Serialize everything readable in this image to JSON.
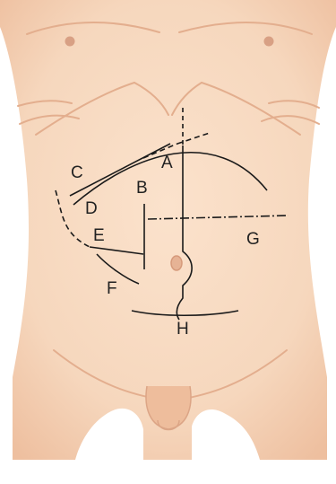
{
  "colors": {
    "background": "#ffffff",
    "skin": "#f6d7bd",
    "skin_shade": "#e8b696",
    "skin_deep": "#dca586",
    "nipple": "#d8a084",
    "incision": "#1a1a1a",
    "label": "#222222"
  },
  "labels": {
    "a": "A",
    "b": "B",
    "c": "C",
    "d": "D",
    "e": "E",
    "f": "F",
    "g": "G",
    "h": "H"
  }
}
